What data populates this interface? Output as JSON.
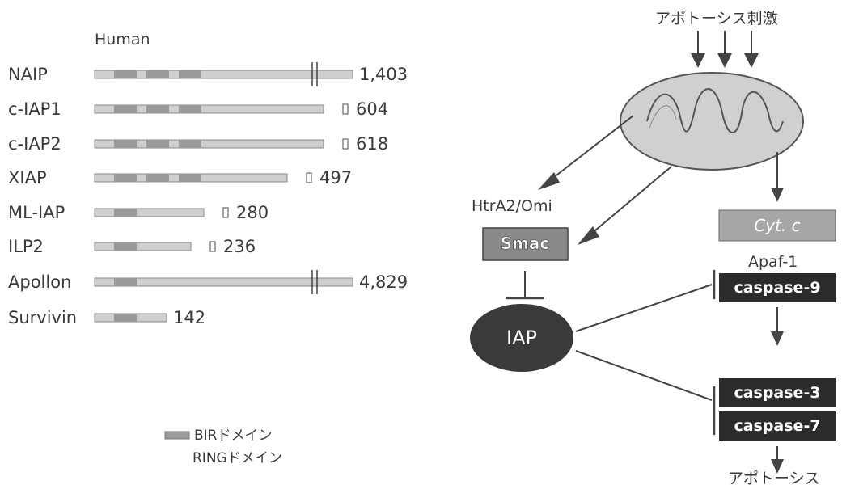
{
  "left_panel": {
    "header": "Human",
    "proteins": [
      {
        "name": "NAIP",
        "length": "1,403",
        "bir_count": 3,
        "has_ring": false,
        "break": true
      },
      {
        "name": "c-IAP1",
        "length": "604",
        "bir_count": 3,
        "has_ring": true,
        "break": false
      },
      {
        "name": "c-IAP2",
        "length": "618",
        "bir_count": 3,
        "has_ring": true,
        "break": false
      },
      {
        "name": "XIAP",
        "length": "497",
        "bir_count": 3,
        "has_ring": true,
        "break": false
      },
      {
        "name": "ML-IAP",
        "length": "280",
        "bir_count": 1,
        "has_ring": true,
        "break": false
      },
      {
        "name": "ILP2",
        "length": "236",
        "bir_count": 1,
        "has_ring": true,
        "break": false
      },
      {
        "name": "Apollon",
        "length": "4,829",
        "bir_count": 1,
        "has_ring": false,
        "break": true
      },
      {
        "name": "Survivin",
        "length": "142",
        "bir_count": 1,
        "has_ring": false,
        "break": false
      }
    ],
    "legend": {
      "bir": "BIRドメイン",
      "ring": "RINGドメイン"
    }
  },
  "right_panel": {
    "stimulus": "アポトーシス刺激",
    "htra2": "HtrA2/Omi",
    "smac": "Smac",
    "iap": "IAP",
    "cytc": "Cyt. c",
    "apaf": "Apaf-1",
    "casp9": "caspase-9",
    "casp3": "caspase-3",
    "casp7": "caspase-7",
    "outcome": "アポトーシス"
  },
  "colors": {
    "dark": "#2b2b2b",
    "gray": "#9a9a9a",
    "light": "#cfcfcf"
  }
}
